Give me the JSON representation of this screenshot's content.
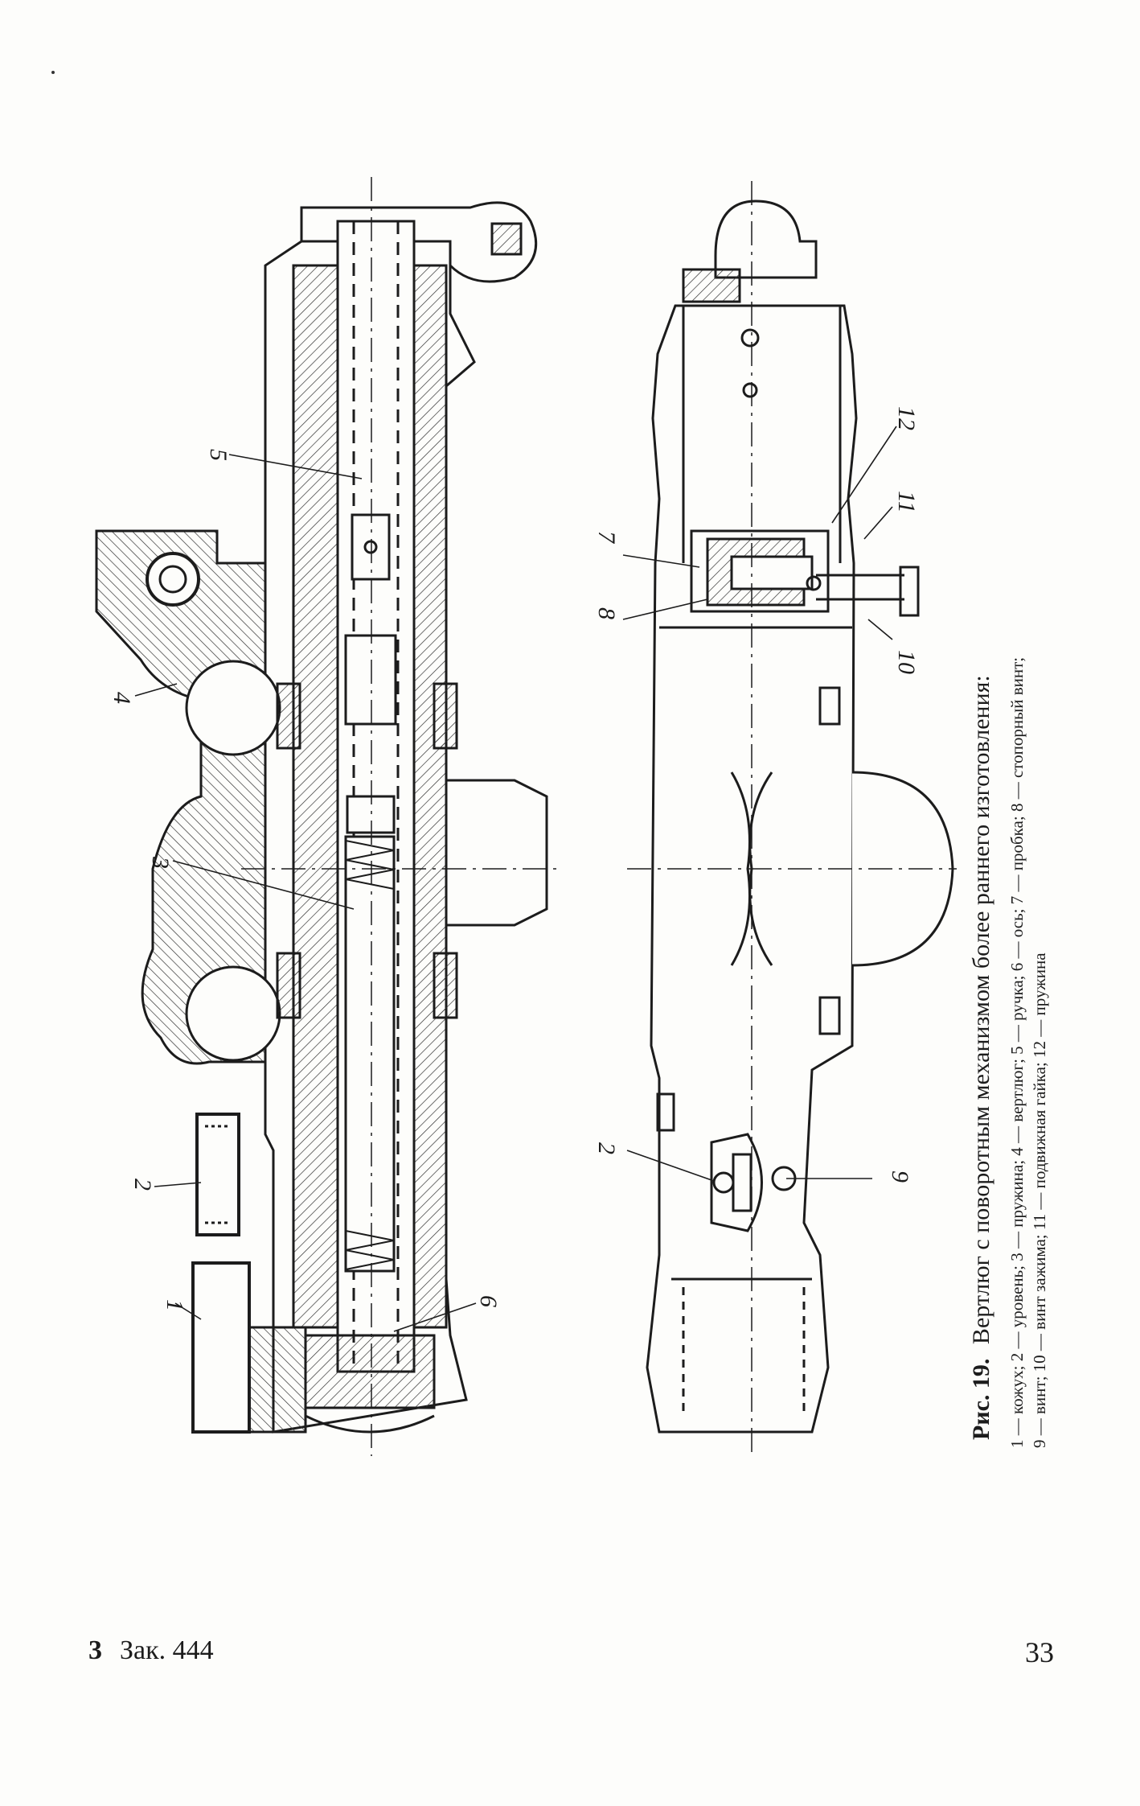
{
  "figure": {
    "callouts_section": [
      "1",
      "2",
      "3",
      "4",
      "5",
      "6"
    ],
    "callouts_view": [
      "2",
      "7",
      "8",
      "9",
      "10",
      "11",
      "12"
    ],
    "caption": {
      "title_prefix": "Рис. 19.",
      "title": "Вертлюг с поворотным механизмом более раннего изготовления:",
      "legend_line1": "1 — кожух; 2 — уровень; 3 — пружина; 4 — вертлюг; 5 — ручка; 6 — ось; 7 — пробка; 8 — стопорный винт;",
      "legend_line2": "9 — винт; 10 — винт зажима; 11 — подвижная гайка; 12 — пружина"
    }
  },
  "footer": {
    "sheet_mark": "3",
    "order_text": "Зак. 444",
    "page_number": "33"
  }
}
